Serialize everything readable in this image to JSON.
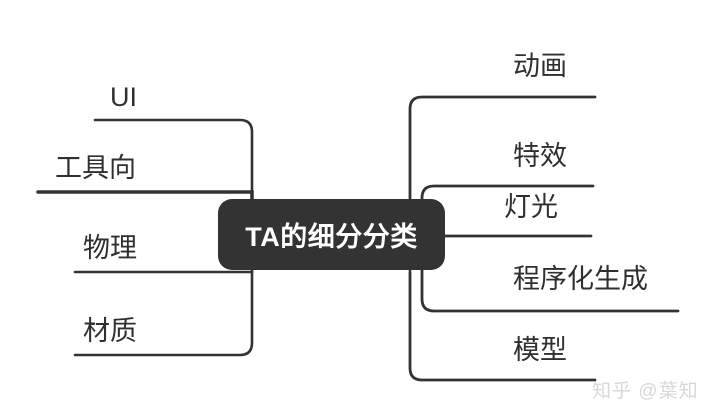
{
  "diagram": {
    "type": "mind-map",
    "background_color": "#ffffff",
    "line_color": "#333333",
    "label_color": "#2f2f2f",
    "center": {
      "label": "TA的细分分类",
      "fill_color": "#333333",
      "text_color": "#ffffff"
    },
    "left_branch": {
      "side": "left",
      "items": [
        {
          "label": "UI"
        },
        {
          "label": "工具向"
        },
        {
          "label": "物理"
        },
        {
          "label": "材质"
        }
      ]
    },
    "right_branch": {
      "side": "right",
      "items": [
        {
          "label": "动画"
        },
        {
          "label": "特效"
        },
        {
          "label": "灯光"
        },
        {
          "label": "程序化生成"
        },
        {
          "label": "模型"
        }
      ]
    }
  },
  "watermark": {
    "text": "知乎 @葉知"
  }
}
